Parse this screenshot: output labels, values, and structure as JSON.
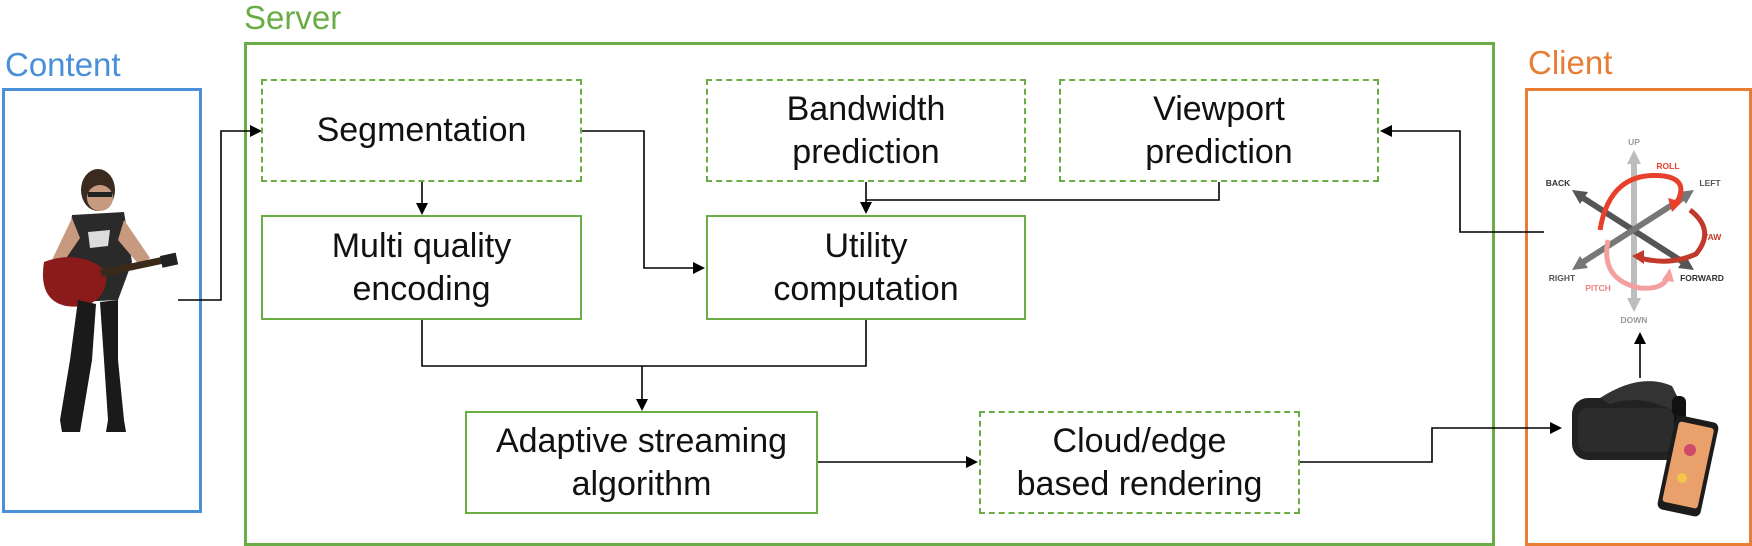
{
  "groups": {
    "content": {
      "label": "Content",
      "color": "#4a90d9"
    },
    "server": {
      "label": "Server",
      "color": "#6aad45"
    },
    "client": {
      "label": "Client",
      "color": "#e87d35"
    }
  },
  "boxes": {
    "segmentation": {
      "lines": [
        "Segmentation"
      ],
      "style": "dashed"
    },
    "bandwidth": {
      "lines": [
        "Bandwidth",
        "prediction"
      ],
      "style": "dashed"
    },
    "viewport": {
      "lines": [
        "Viewport",
        "prediction"
      ],
      "style": "dashed"
    },
    "multi_quality": {
      "lines": [
        "Multi quality",
        "encoding"
      ],
      "style": "solid"
    },
    "utility": {
      "lines": [
        "Utility",
        "computation"
      ],
      "style": "solid"
    },
    "adaptive": {
      "lines": [
        "Adaptive streaming",
        "algorithm"
      ],
      "style": "solid"
    },
    "rendering": {
      "lines": [
        "Cloud/edge",
        "based rendering"
      ],
      "style": "dashed"
    }
  },
  "rotation_axes": {
    "up": "UP",
    "down": "DOWN",
    "left": "LEFT",
    "right": "RIGHT",
    "back": "BACK",
    "forward": "FORWARD",
    "roll": "ROLL",
    "yaw": "YAW",
    "pitch": "PITCH"
  },
  "colors": {
    "arrow": "#000000",
    "axis": "#8a8a8a",
    "roll": "#e8402a",
    "yaw": "#c0392b",
    "pitch": "#f4a0a0"
  }
}
